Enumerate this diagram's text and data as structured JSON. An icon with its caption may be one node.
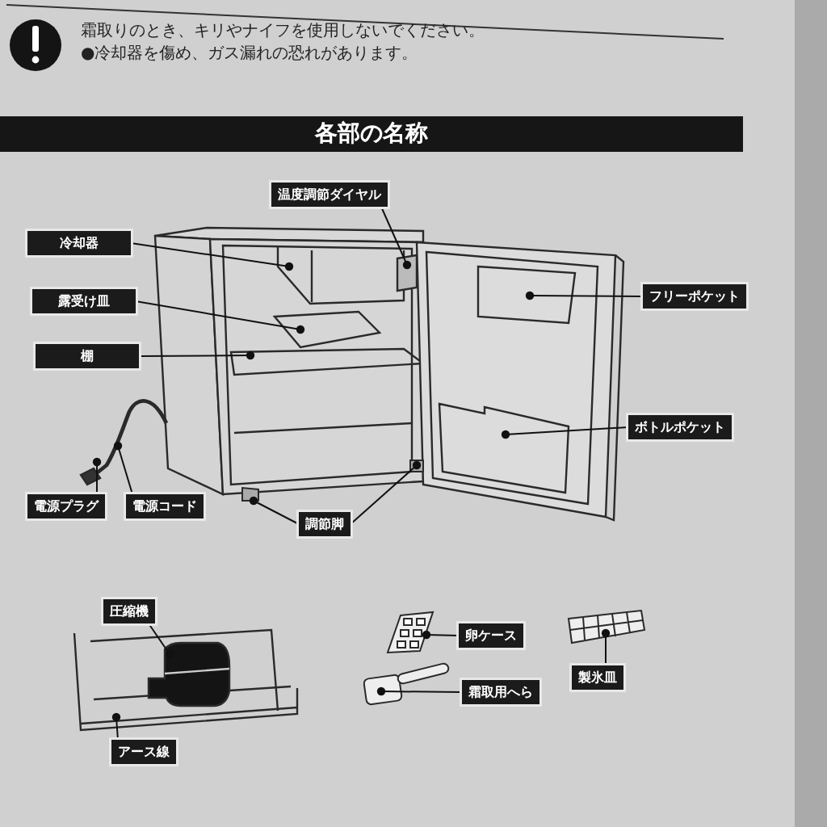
{
  "diagram": {
    "title": "各部の名称",
    "nodes": [
      {
        "text": [
          "温度調節ダイヤル"
        ]
      },
      {
        "text": [
          "冷却器"
        ]
      },
      {
        "text": [
          "露受け皿"
        ]
      },
      {
        "text": [
          "棚"
        ]
      },
      {
        "text": [
          "フリーポケット"
        ]
      },
      {
        "text": [
          "ボトルポケット"
        ]
      },
      {
        "text": [
          "電源プラグ"
        ]
      },
      {
        "text": [
          "電源コード"
        ]
      },
      {
        "text": [
          "調節脚"
        ]
      },
      {
        "text": [
          "圧縮機"
        ]
      },
      {
        "text": [
          "アース線"
        ]
      },
      {
        "text": [
          "卵ケース"
        ]
      },
      {
        "text": [
          "霜取用へら"
        ]
      },
      {
        "text": [
          "製氷皿"
        ]
      },
      {
        "text": [],
        "shape": "box"
      },
      {
        "text": [],
        "shape": "box"
      },
      {
        "text": [],
        "shape": "picture"
      },
      {
        "text": [],
        "shape": "picture"
      },
      {
        "text": [],
        "shape": "picture"
      }
    ],
    "edges": [
      {
        "from": 0,
        "to": null,
        "arrow": "other"
      },
      {
        "from": 1,
        "to": null,
        "arrow": "other"
      },
      {
        "from": 2,
        "to": null,
        "arrow": "other"
      },
      {
        "from": 3,
        "to": null,
        "arrow": "other"
      },
      {
        "from": 4,
        "to": null,
        "arrow": "other"
      },
      {
        "from": 5,
        "to": null,
        "arrow": "other"
      },
      {
        "from": 6,
        "to": null,
        "arrow": "other"
      },
      {
        "from": 7,
        "to": null,
        "arrow": "other"
      },
      {
        "from": 8,
        "to": 14,
        "arrow": "other"
      },
      {
        "from": 8,
        "to": 15,
        "arrow": "other"
      },
      {
        "from": 9,
        "to": null,
        "arrow": "other"
      },
      {
        "from": 10,
        "to": null,
        "arrow": "other"
      },
      {
        "from": 11,
        "to": 16,
        "arrow": "other"
      },
      {
        "from": 12,
        "to": 17,
        "arrow": "other"
      },
      {
        "from": 13,
        "to": 18,
        "arrow": "other"
      }
    ],
    "labels": [
      "霜取りのとき、キリやナイフを使用しないでください。",
      "●冷却器を傷め、ガス漏れの恐れがあります。"
    ]
  }
}
